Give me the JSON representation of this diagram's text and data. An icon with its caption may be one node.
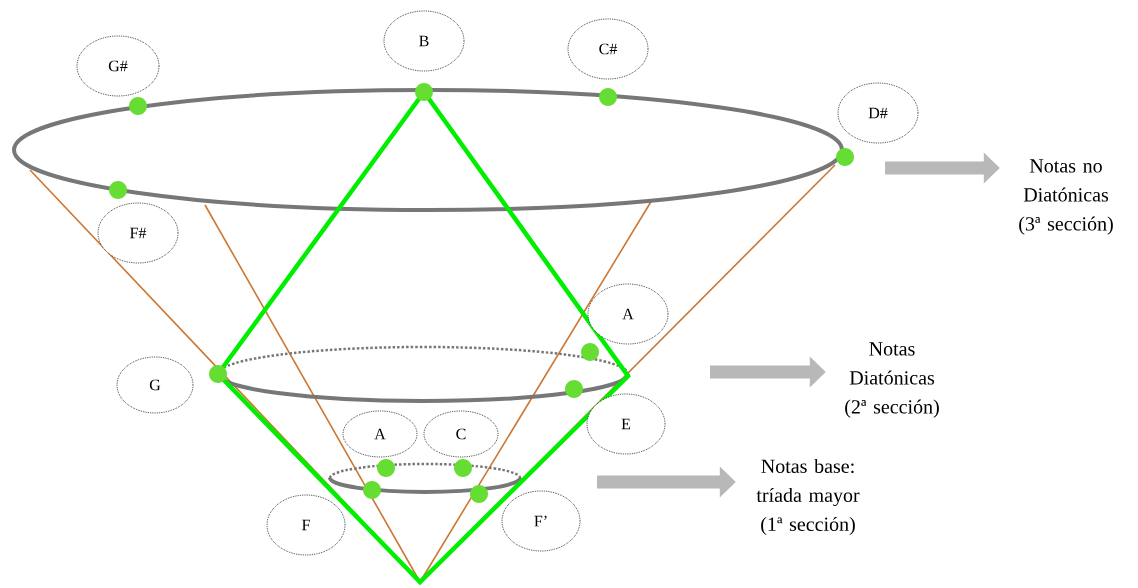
{
  "diagram": {
    "nodes": [
      {
        "text": [
          "G#"
        ]
      },
      {
        "text": [
          "B"
        ]
      },
      {
        "text": [
          "C#"
        ]
      },
      {
        "text": [
          "D#"
        ]
      },
      {
        "text": [
          "F#"
        ]
      },
      {
        "text": [
          "A"
        ]
      },
      {
        "text": [
          "G"
        ]
      },
      {
        "text": [
          "E"
        ]
      },
      {
        "text": [
          "A"
        ]
      },
      {
        "text": [
          "C"
        ]
      },
      {
        "text": [
          "F"
        ]
      },
      {
        "text": [
          "F’"
        ]
      },
      {
        "text": [
          "Notas no Diatónicas (3ª sección)"
        ]
      },
      {
        "text": [
          "Notas Diatónicas (2ª sección)"
        ]
      },
      {
        "text": [
          "Notas base: tríada mayor (1ª sección)"
        ]
      }
    ],
    "edges": [
      {
        "from": null,
        "to": 12,
        "arrow": "to"
      },
      {
        "from": null,
        "to": 13,
        "arrow": "to"
      },
      {
        "from": null,
        "to": 14,
        "arrow": "to"
      }
    ]
  }
}
